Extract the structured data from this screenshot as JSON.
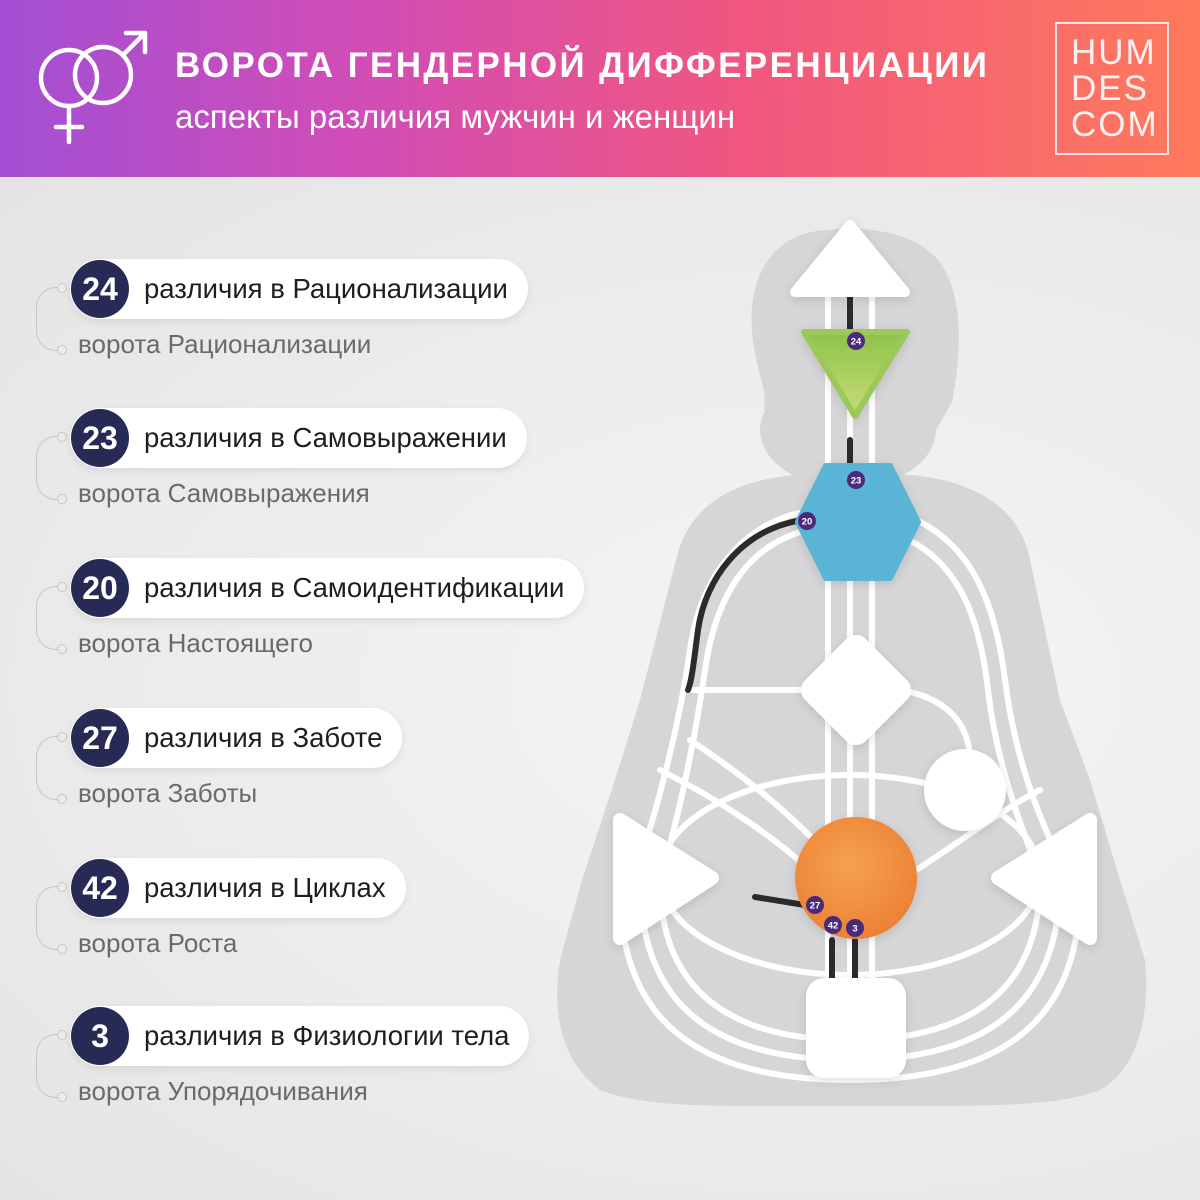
{
  "header": {
    "title": "ВОРОТА ГЕНДЕРНОЙ ДИФФЕРЕНЦИАЦИИ",
    "subtitle": "аспекты различия мужчин и женщин",
    "logo_lines": [
      "HUM",
      "DES",
      "COM"
    ],
    "icon": "gender-symbols-icon"
  },
  "gates": [
    {
      "number": "24",
      "label": "различия в Рационализации",
      "sublabel": "ворота Рационализации"
    },
    {
      "number": "23",
      "label": "различия в Самовыражении",
      "sublabel": "ворота Самовыражения"
    },
    {
      "number": "20",
      "label": "различия в Самоидентификации",
      "sublabel": "ворота Настоящего"
    },
    {
      "number": "27",
      "label": "различия в Заботе",
      "sublabel": "ворота Заботы"
    },
    {
      "number": "42",
      "label": "различия в Циклах",
      "sublabel": "ворота Роста"
    },
    {
      "number": "3",
      "label": "различия в Физиологии тела",
      "sublabel": "ворота Упорядочивания"
    }
  ],
  "bodygraph": {
    "gate_markers": [
      "24",
      "23",
      "20",
      "27",
      "42",
      "3"
    ],
    "colors": {
      "ajna": "#8cc04a",
      "throat": "#5ab4d6",
      "sacral": "#ef8a3e",
      "gate_marker": "#4b2a7b",
      "active_channel": "#2b2b2b",
      "silhouette": "#d6d6d9",
      "channel": "#ffffff",
      "badge": "#262a55"
    }
  }
}
